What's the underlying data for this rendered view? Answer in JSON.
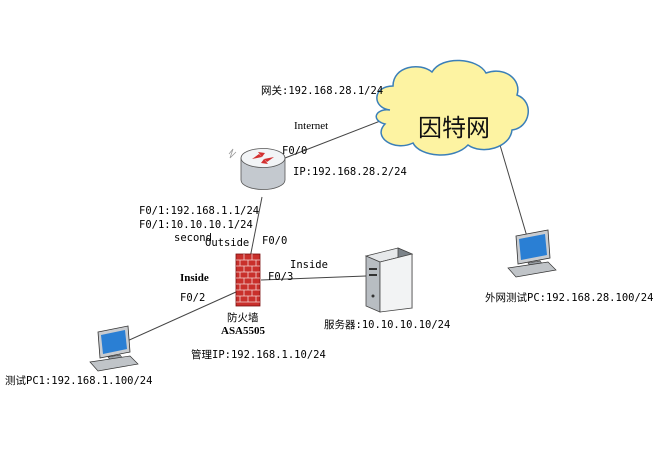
{
  "cloud": {
    "label": "因特网"
  },
  "gateway_label": "网关:192.168.28.1/24",
  "internet_label": "Internet",
  "router": {
    "port_f00": "F0/0",
    "ip_label": "IP:192.168.28.2/24",
    "f01_primary": "F0/1:192.168.1.1/24",
    "f01_secondary": "F0/1:10.10.10.1/24",
    "secondary_word": "second"
  },
  "firewall": {
    "outside_label": "Outside",
    "port_f00": "F0/0",
    "port_f03": "F0/3",
    "inside_right_label": "Inside",
    "inside_left_label": "Inside",
    "port_f02": "F0/2",
    "name_cn": "防火墙",
    "model": "ASA5505",
    "mgmt_ip": "管理IP:192.168.1.10/24"
  },
  "server": {
    "label": "服务器:10.10.10.10/24"
  },
  "external_pc": {
    "label": "外网测试PC:192.168.28.100/24"
  },
  "test_pc1": {
    "label": "测试PC1:192.168.1.100/24"
  },
  "colors": {
    "cloud_fill": "#fdf3a2",
    "cloud_stroke": "#3b7fb8",
    "firewall_brick": "#c9302c",
    "router_arrow": "#d32f2f",
    "monitor_screen": "#2a7fd4"
  }
}
